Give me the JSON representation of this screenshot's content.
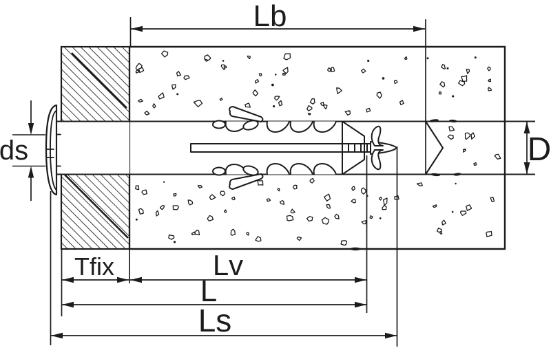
{
  "labels": {
    "lb": "Lb",
    "ds": "ds",
    "d": "D",
    "tfix": "Tfix",
    "lv": "Lv",
    "l": "L",
    "ls": "Ls"
  },
  "colors": {
    "ink": "#1c1c1c",
    "paper": "#ffffff"
  }
}
